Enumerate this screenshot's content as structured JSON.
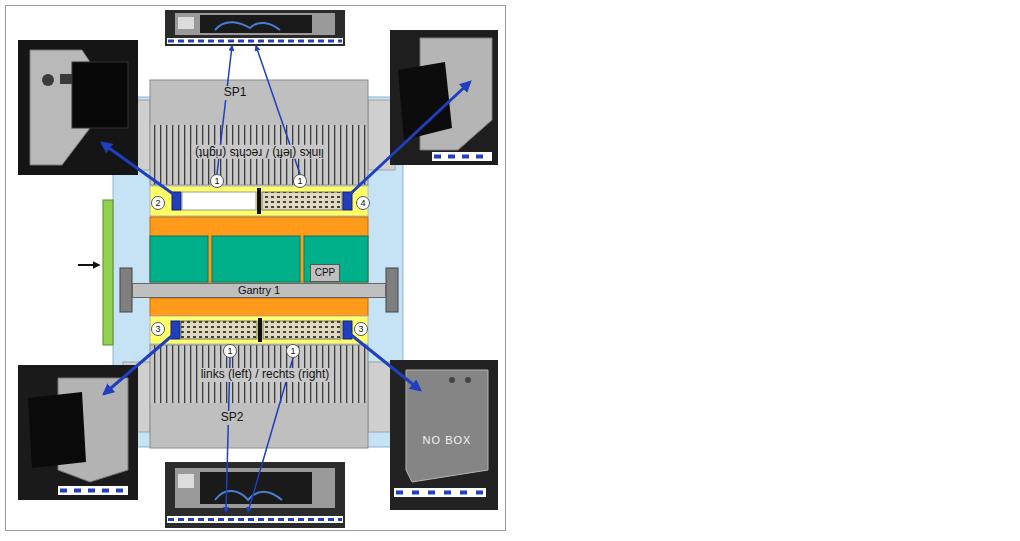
{
  "diagram": {
    "nodes": [
      {
        "text": [
          "SP1",
          "links (left) / rechts (right)"
        ]
      },
      {
        "text": [
          "CPP"
        ]
      },
      {
        "text": [
          "Gantry 1"
        ]
      },
      {
        "text": [
          "links (left) / rechts (right)",
          "SP2"
        ]
      }
    ],
    "labels": [
      "1",
      "1",
      "2",
      "4",
      "3",
      "3",
      "1",
      "1",
      "NO BOX"
    ]
  }
}
